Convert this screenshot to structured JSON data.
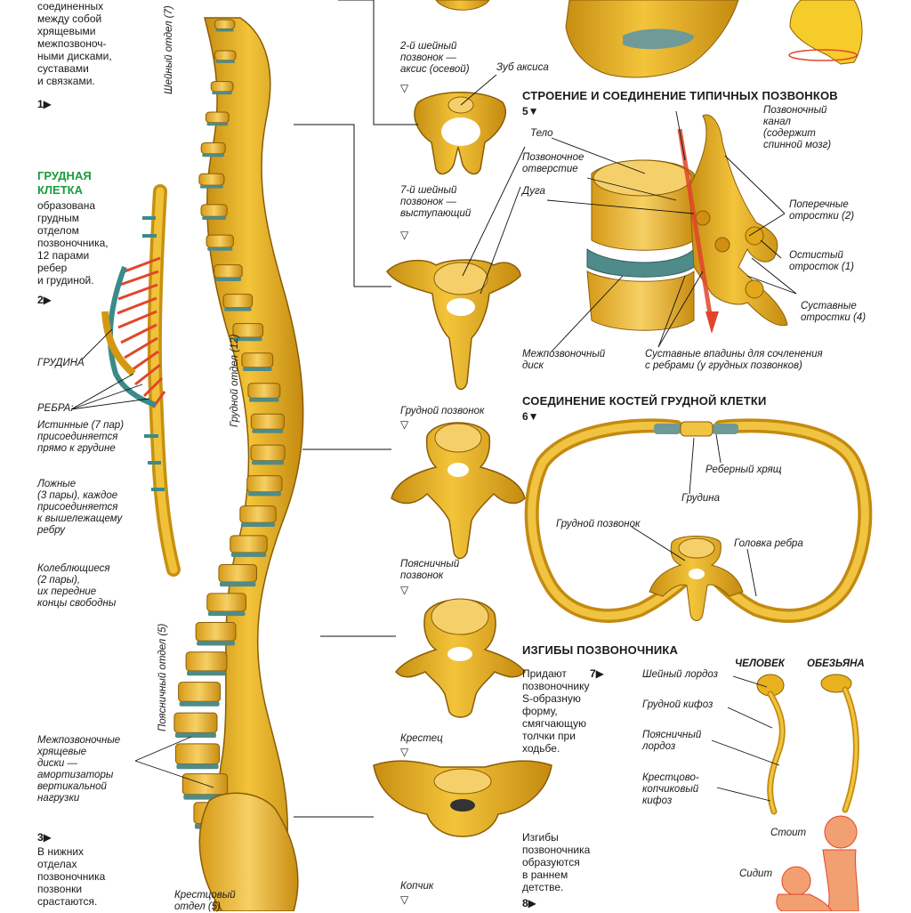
{
  "intro": {
    "lines": [
      "соединенных",
      "между собой",
      "хрящевыми",
      "межпозвоноч-",
      "ными дисками,",
      "суставами",
      "и связками."
    ],
    "marker": "1▶"
  },
  "thorax": {
    "title_lines": [
      "ГРУДНАЯ",
      "КЛЕТКА"
    ],
    "lines": [
      "образована",
      "грудным",
      "отделом",
      "позвоночника,",
      "12 парами",
      "ребер",
      "и грудиной."
    ],
    "marker": "2▶",
    "sternum": "ГРУДИНА",
    "ribs": "РЕБРА:",
    "true_ribs": [
      "Истинные (7 пар)",
      "присоединяется",
      "прямо к грудине"
    ],
    "false_ribs": [
      "Ложные",
      "(3 пары), каждое",
      "присоединяется",
      "к вышележащему",
      "ребру"
    ],
    "floating_ribs": [
      "Колеблющиеся",
      "(2 пары),",
      "их передние",
      "концы свободны"
    ]
  },
  "discs": {
    "lines": [
      "Межпозвоночные",
      "хрящевые",
      "диски —",
      "амортизаторы",
      "вертикальной",
      "нагрузки"
    ]
  },
  "fusion": {
    "marker": "3▶",
    "lines": [
      "В нижних",
      "отделах",
      "позвоночника",
      "позвонки",
      "срастаются."
    ]
  },
  "spine_labels": {
    "cervical": "Шейный отдел (7)",
    "thoracic": "Грудной отдел (12)",
    "lumbar": "Поясничный отдел (5)",
    "sacral": [
      "Крестцовый",
      "отдел (5)"
    ]
  },
  "vertebrae": {
    "axis": [
      "2-й шейный",
      "позвонок —",
      "аксис (осевой)"
    ],
    "axis_tooth": "Зуб аксиса",
    "c7": [
      "7-й шейный",
      "позвонок —",
      "выступающий"
    ],
    "thoracic": "Грудной позвонок",
    "lumbar": [
      "Поясничный",
      "позвонок"
    ],
    "sacrum": "Крестец",
    "coccyx": "Копчик",
    "marker": "▽"
  },
  "structure": {
    "title": "СТРОЕНИЕ И СОЕДИНЕНИЕ ТИПИЧНЫХ ПОЗВОНКОВ",
    "marker": "5▼",
    "body": "Тело",
    "foramen": [
      "Позвоночное",
      "отверстие"
    ],
    "arch": "Дуга",
    "canal": [
      "Позвоночный",
      "канал",
      "(содержит",
      "спинной мозг)"
    ],
    "transverse": [
      "Поперечные",
      "отростки (2)"
    ],
    "spinous": [
      "Остистый",
      "отросток (1)"
    ],
    "articular": [
      "Суставные",
      "отростки (4)"
    ],
    "disc": [
      "Межпозвоночный",
      "диск"
    ],
    "facets": [
      "Суставные впадины для сочленения",
      "с ребрами (у грудных позвонков)"
    ]
  },
  "thorax_joint": {
    "title": "СОЕДИНЕНИЕ КОСТЕЙ ГРУДНОЙ КЛЕТКИ",
    "marker": "6▼",
    "cartilage": "Реберный хрящ",
    "sternum": "Грудина",
    "vertebra": "Грудной позвонок",
    "rib_head": "Головка ребра"
  },
  "curves": {
    "title": "ИЗГИБЫ ПОЗВОНОЧНИКА",
    "marker": "7▶",
    "desc": [
      "Придают",
      "позвоночнику",
      "S-образную",
      "форму,",
      "смягчающую",
      "толчки при",
      "ходьбе."
    ],
    "human": "ЧЕЛОВЕК",
    "ape": "ОБЕЗЬЯНА",
    "cervical_lordosis": "Шейный лордоз",
    "thoracic_kyphosis": "Грудной кифоз",
    "lumbar_lordosis": [
      "Поясничный",
      "лордоз"
    ],
    "sacral_kyphosis": [
      "Крестцово-",
      "копчиковый",
      "кифоз"
    ],
    "stands": "Стоит",
    "sits": "Сидит",
    "childhood": [
      "Изгибы",
      "позвоночника",
      "образуются",
      "в раннем",
      "детстве."
    ],
    "marker8": "8▶"
  },
  "colors": {
    "bone": "#e8b21e",
    "bone_dark": "#b07d0c",
    "disc": "#4f8b88",
    "rib_red": "#e2452a",
    "human_skin": "#f0a070"
  }
}
